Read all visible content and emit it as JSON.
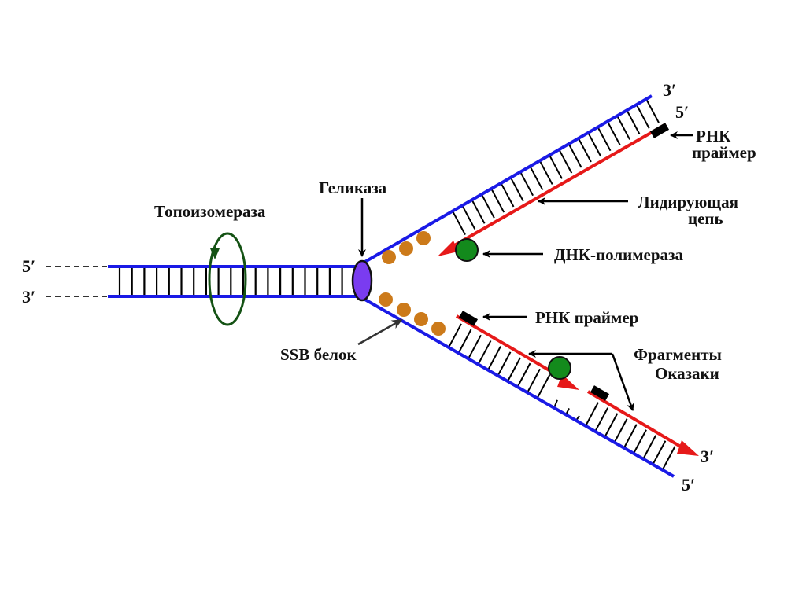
{
  "title": "Репликация ДНК",
  "colors": {
    "template_strand": "#1a1ae6",
    "new_strand": "#e61919",
    "rung": "#000000",
    "helicase": "#7a3cf0",
    "ssb": "#cc7a1a",
    "polymerase": "#138a1c",
    "topoisomerase": "#145214",
    "primer": "#000000",
    "pointer": "#000000",
    "ssb_pointer": "#333333"
  },
  "labels": {
    "topoisomerase": "Топоизомераза",
    "helicase": "Геликаза",
    "ssb": "SSB белок",
    "primer_top_line1": "РНК",
    "primer_top_line2": "праймер",
    "leading_line1": "Лидирующая",
    "leading_line2": "цепь",
    "polymerase": "ДНК-полимераза",
    "primer_bottom": "РНК праймер",
    "okazaki_line1": "Фрагменты",
    "okazaki_line2": "Оказаки"
  },
  "ends": {
    "left_top": "5′",
    "left_bottom": "3′",
    "upper_arm_template": "3′",
    "upper_arm_new": "5′",
    "lower_arm_new": "3′",
    "lower_arm_template": "5′"
  }
}
